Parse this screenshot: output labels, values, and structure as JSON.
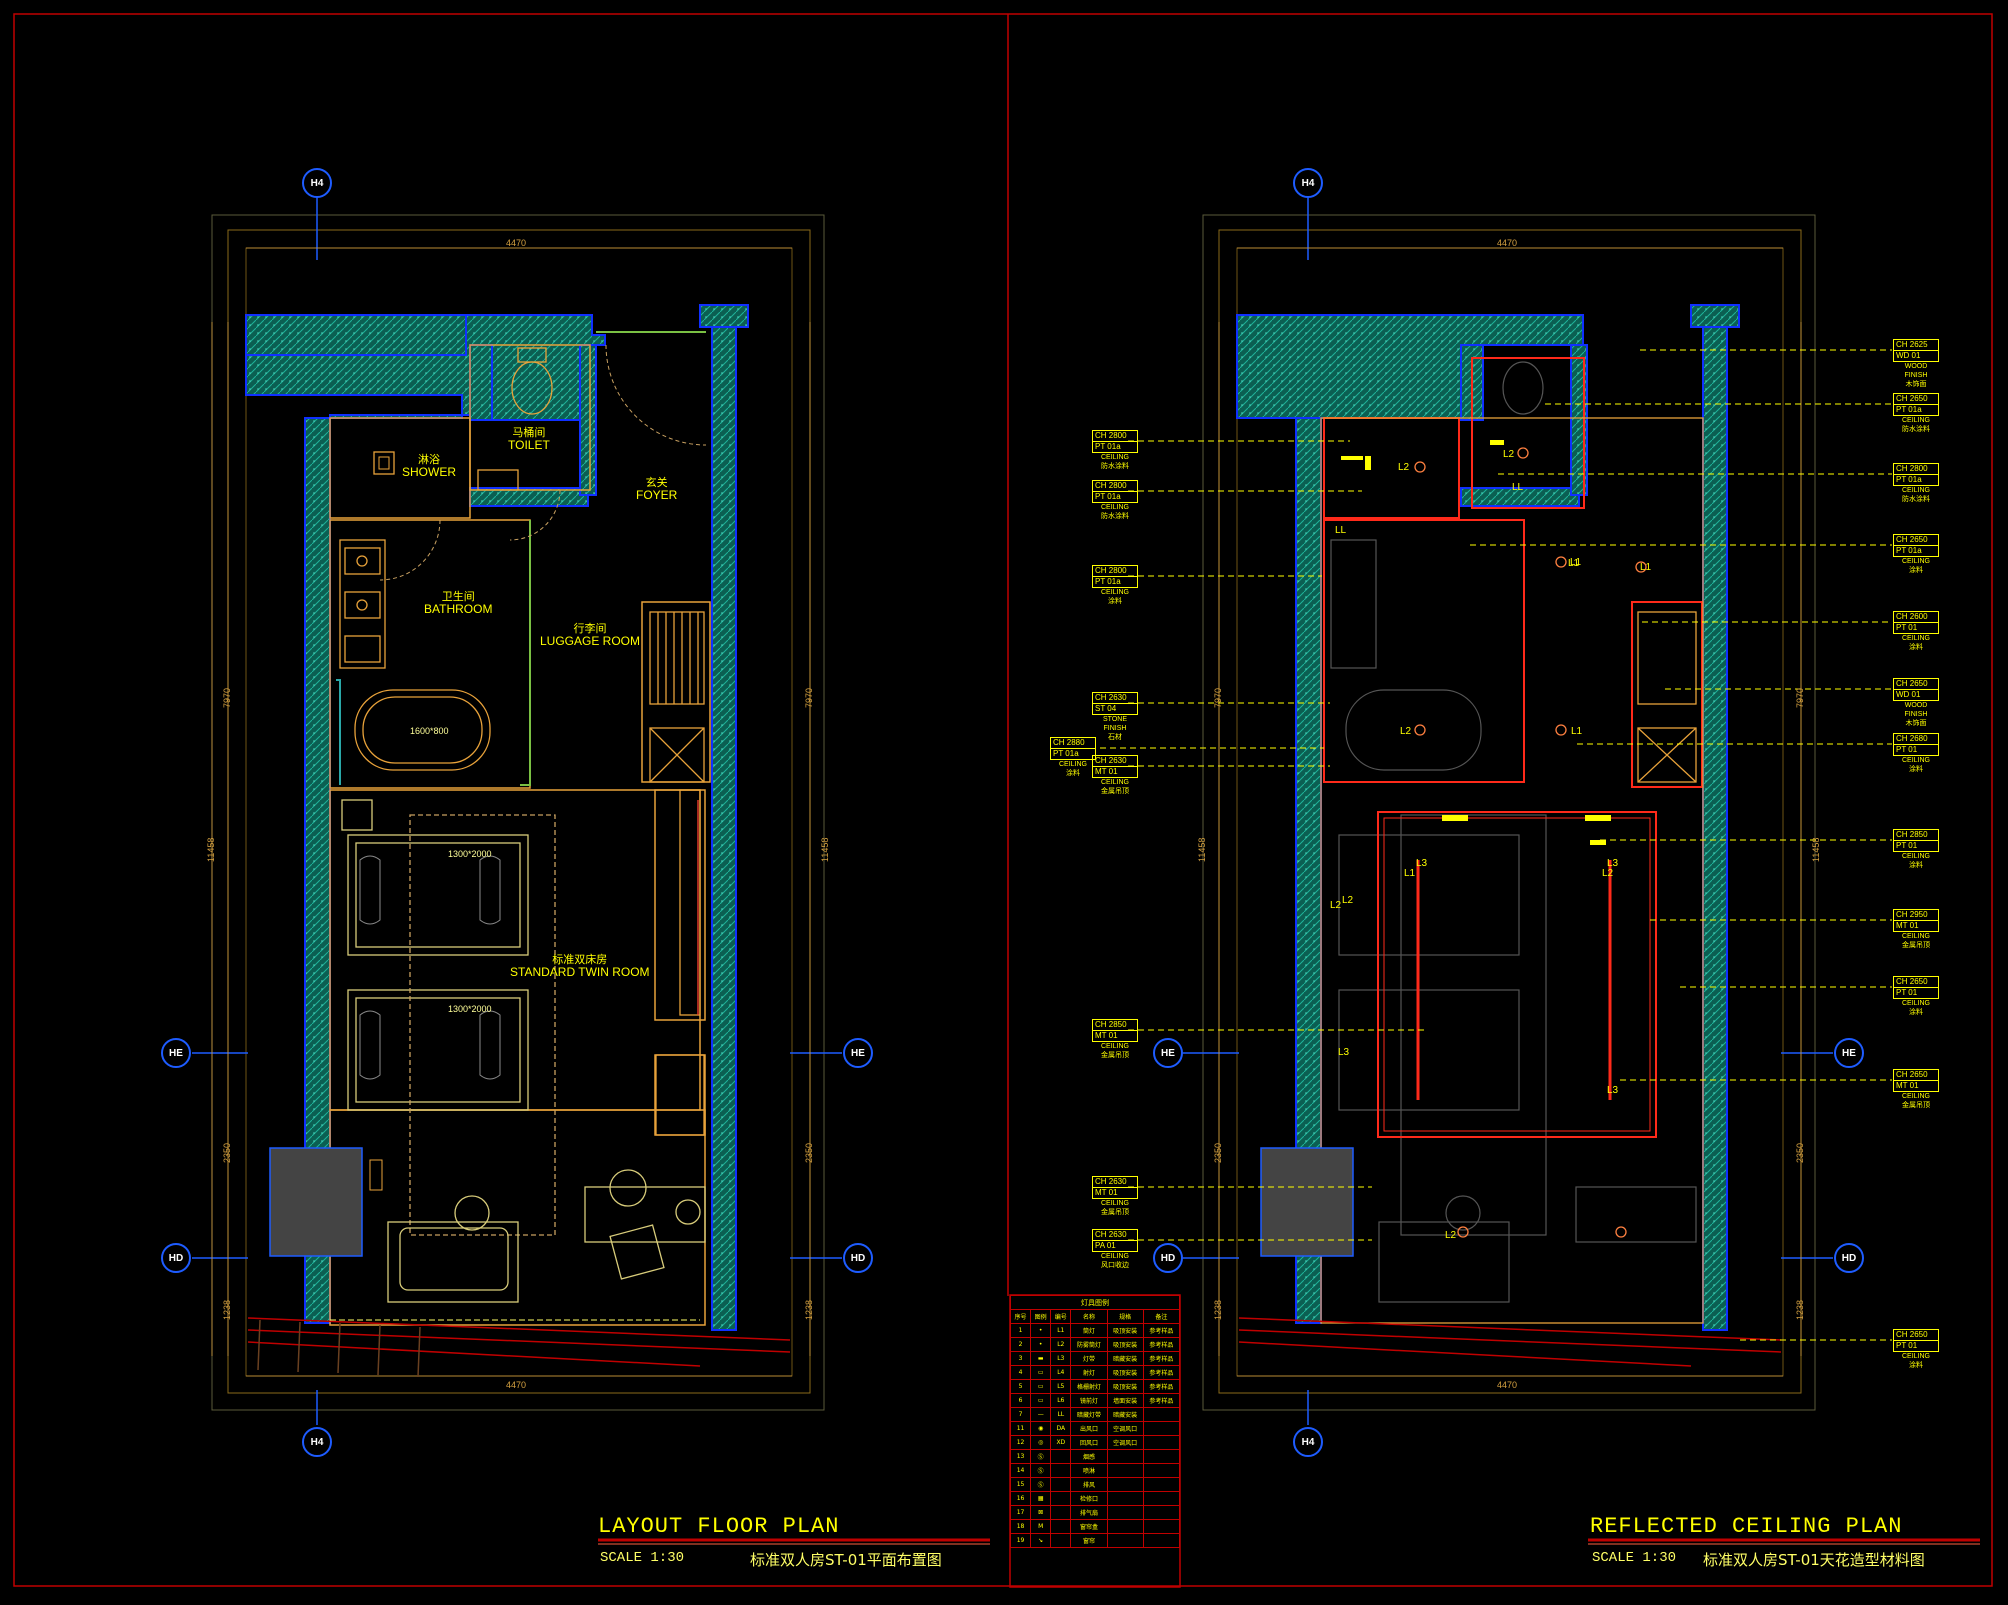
{
  "colors": {
    "background": "#000000",
    "frame": "#c00000",
    "wall_fill": "#0a7a66",
    "wall_edge": "#1030ff",
    "outline": "#e8a23a",
    "room_text": "#ffff00",
    "grid_bubble": "#1e5cff",
    "ceiling_red": "#ff2a1a",
    "leader": "#ffff00",
    "title_text": "#ffff00"
  },
  "grid_labels": {
    "top": "H4",
    "bottom": "H4",
    "mid_upper": "HE",
    "mid_lower": "HD"
  },
  "dimensions": {
    "width_top": "4470",
    "width_bottom": "4470",
    "height_upper": "7970",
    "height_total": "11458",
    "height_mid": "2350",
    "height_lower": "1238"
  },
  "floor_plan": {
    "title": "LAYOUT FLOOR PLAN",
    "scale": "SCALE 1:30",
    "subtitle_cn": "标准双人房ST-01平面布置图",
    "rooms": {
      "shower_cn": "淋浴",
      "shower_en": "SHOWER",
      "toilet_cn": "马桶间",
      "toilet_en": "TOILET",
      "foyer_cn": "玄关",
      "foyer_en": "FOYER",
      "bathroom_cn": "卫生间",
      "bathroom_en": "BATHROOM",
      "luggage_cn": "行李间",
      "luggage_en": "LUGGAGE ROOM",
      "twin_cn": "标准双床房",
      "twin_en": "STANDARD TWIN ROOM"
    },
    "bath_size": "1600*800",
    "bed1_size": "1300*2000",
    "bed2_size": "1300*2000"
  },
  "ceiling_plan": {
    "title": "REFLECTED CEILING PLAN",
    "scale": "SCALE 1:30",
    "subtitle_cn": "标准双人房ST-01天花造型材料图",
    "light_labels": [
      "L2",
      "L2",
      "L1",
      "L1",
      "L2",
      "L1",
      "L1",
      "L2",
      "L2",
      "L3",
      "L3",
      "L3",
      "L3",
      "L2",
      "L1",
      "L2",
      "LL",
      "LL"
    ],
    "left_tags": [
      {
        "ch": "CH 2800",
        "code": "PT 01a",
        "desc": "CEILING",
        "desc_cn": "防水涂料"
      },
      {
        "ch": "CH 2800",
        "code": "PT 01a",
        "desc": "CEILING",
        "desc_cn": "防水涂料"
      },
      {
        "ch": "CH 2800",
        "code": "PT 01a",
        "desc": "CEILING",
        "desc_cn": "涂料"
      },
      {
        "ch": "CH 2630",
        "code": "ST 04",
        "desc": "STONE FINISH",
        "desc_cn": "石材"
      },
      {
        "ch": "CH 2880",
        "code": "PT 01a",
        "desc": "CEILING",
        "desc_cn": "涂料"
      },
      {
        "ch": "CH 2630",
        "code": "MT 01",
        "desc": "CEILING",
        "desc_cn": "金属吊顶"
      },
      {
        "ch": "CH 2850",
        "code": "MT 01",
        "desc": "CEILING",
        "desc_cn": "金属吊顶"
      },
      {
        "ch": "CH 2630",
        "code": "MT 01",
        "desc": "CEILING",
        "desc_cn": "金属吊顶"
      },
      {
        "ch": "CH 2630",
        "code": "PA 01",
        "desc": "CEILING",
        "desc_cn": "风口收边"
      }
    ],
    "right_tags": [
      {
        "ch": "CH 2625",
        "code": "WD 01",
        "desc": "WOOD FINISH",
        "desc_cn": "木饰面"
      },
      {
        "ch": "CH 2650",
        "code": "PT 01a",
        "desc": "CEILING",
        "desc_cn": "防水涂料"
      },
      {
        "ch": "CH 2800",
        "code": "PT 01a",
        "desc": "CEILING",
        "desc_cn": "防水涂料"
      },
      {
        "ch": "CH 2650",
        "code": "PT 01a",
        "desc": "CEILING",
        "desc_cn": "涂料"
      },
      {
        "ch": "CH 2600",
        "code": "PT 01",
        "desc": "CEILING",
        "desc_cn": "涂料"
      },
      {
        "ch": "CH 2650",
        "code": "WD 01",
        "desc": "WOOD FINISH",
        "desc_cn": "木饰面"
      },
      {
        "ch": "CH 2680",
        "code": "PT 01",
        "desc": "CEILING",
        "desc_cn": "涂料"
      },
      {
        "ch": "CH 2850",
        "code": "PT 01",
        "desc": "CEILING",
        "desc_cn": "涂料"
      },
      {
        "ch": "CH 2950",
        "code": "MT 01",
        "desc": "CEILING",
        "desc_cn": "金属吊顶"
      },
      {
        "ch": "CH 2650",
        "code": "PT 01",
        "desc": "CEILING",
        "desc_cn": "涂料"
      },
      {
        "ch": "CH 2650",
        "code": "MT 01",
        "desc": "CEILING",
        "desc_cn": "金属吊顶"
      },
      {
        "ch": "CH 2650",
        "code": "PT 01",
        "desc": "CEILING",
        "desc_cn": "涂料"
      }
    ]
  },
  "legend": {
    "title": "灯具图例",
    "headers": [
      "序号",
      "图例",
      "编号",
      "名称",
      "规格",
      "备注"
    ],
    "rows": [
      [
        "1",
        "•",
        "L1",
        "筒灯",
        "吸顶安装",
        "参考样品"
      ],
      [
        "2",
        "•",
        "L2",
        "防雾筒灯",
        "吸顶安装",
        "参考样品"
      ],
      [
        "3",
        "▬",
        "L3",
        "灯带",
        "暗藏安装",
        "参考样品"
      ],
      [
        "4",
        "▭",
        "L4",
        "射灯",
        "吸顶安装",
        "参考样品"
      ],
      [
        "5",
        "▭",
        "L5",
        "格栅射灯",
        "吸顶安装",
        "参考样品"
      ],
      [
        "6",
        "▭",
        "L6",
        "镜前灯",
        "墙面安装",
        "参考样品"
      ],
      [
        "7",
        "—",
        "LL",
        "暗藏灯带",
        "暗藏安装",
        ""
      ],
      [
        "11",
        "◉",
        "DA",
        "出风口",
        "空调风口",
        ""
      ],
      [
        "12",
        "◎",
        "XD",
        "回风口",
        "空调风口",
        ""
      ],
      [
        "13",
        "Ⓢ",
        "",
        "烟感",
        "",
        ""
      ],
      [
        "14",
        "Ⓢ",
        "",
        "喷淋",
        "",
        ""
      ],
      [
        "15",
        "Ⓢ",
        "",
        "排风",
        "",
        ""
      ],
      [
        "16",
        "▦",
        "",
        "检修口",
        "",
        ""
      ],
      [
        "17",
        "⊠",
        "",
        "排气扇",
        "",
        ""
      ],
      [
        "18",
        "M",
        "",
        "窗帘盒",
        "",
        ""
      ],
      [
        "19",
        "↘",
        "",
        "窗帘",
        "",
        ""
      ]
    ]
  }
}
